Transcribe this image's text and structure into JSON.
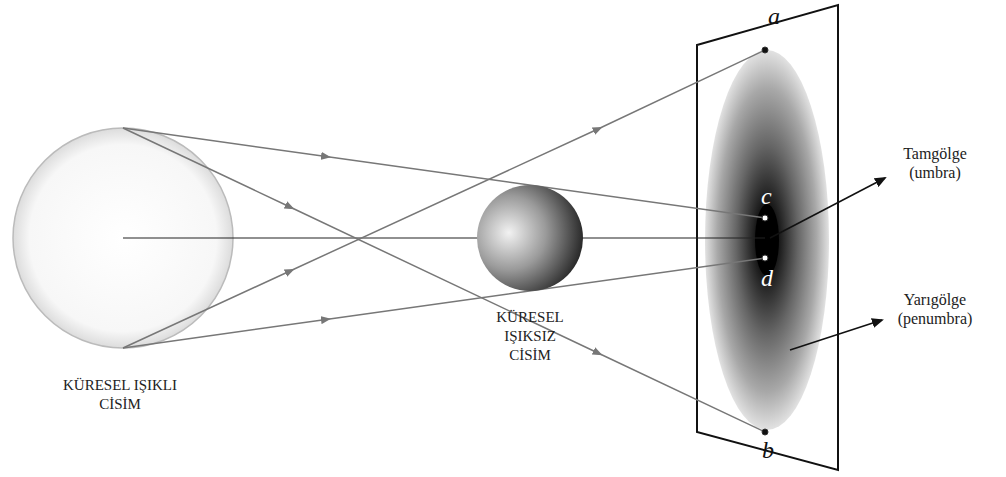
{
  "diagram": {
    "labels": [
      "KÜRESEL IŞIKLI CİSİM",
      "KÜRESEL IŞIKSIZ CİSİM",
      "a",
      "c",
      "d",
      "b",
      "Tamgölge (umbra)",
      "Yarıgölge (penumbra)"
    ]
  }
}
